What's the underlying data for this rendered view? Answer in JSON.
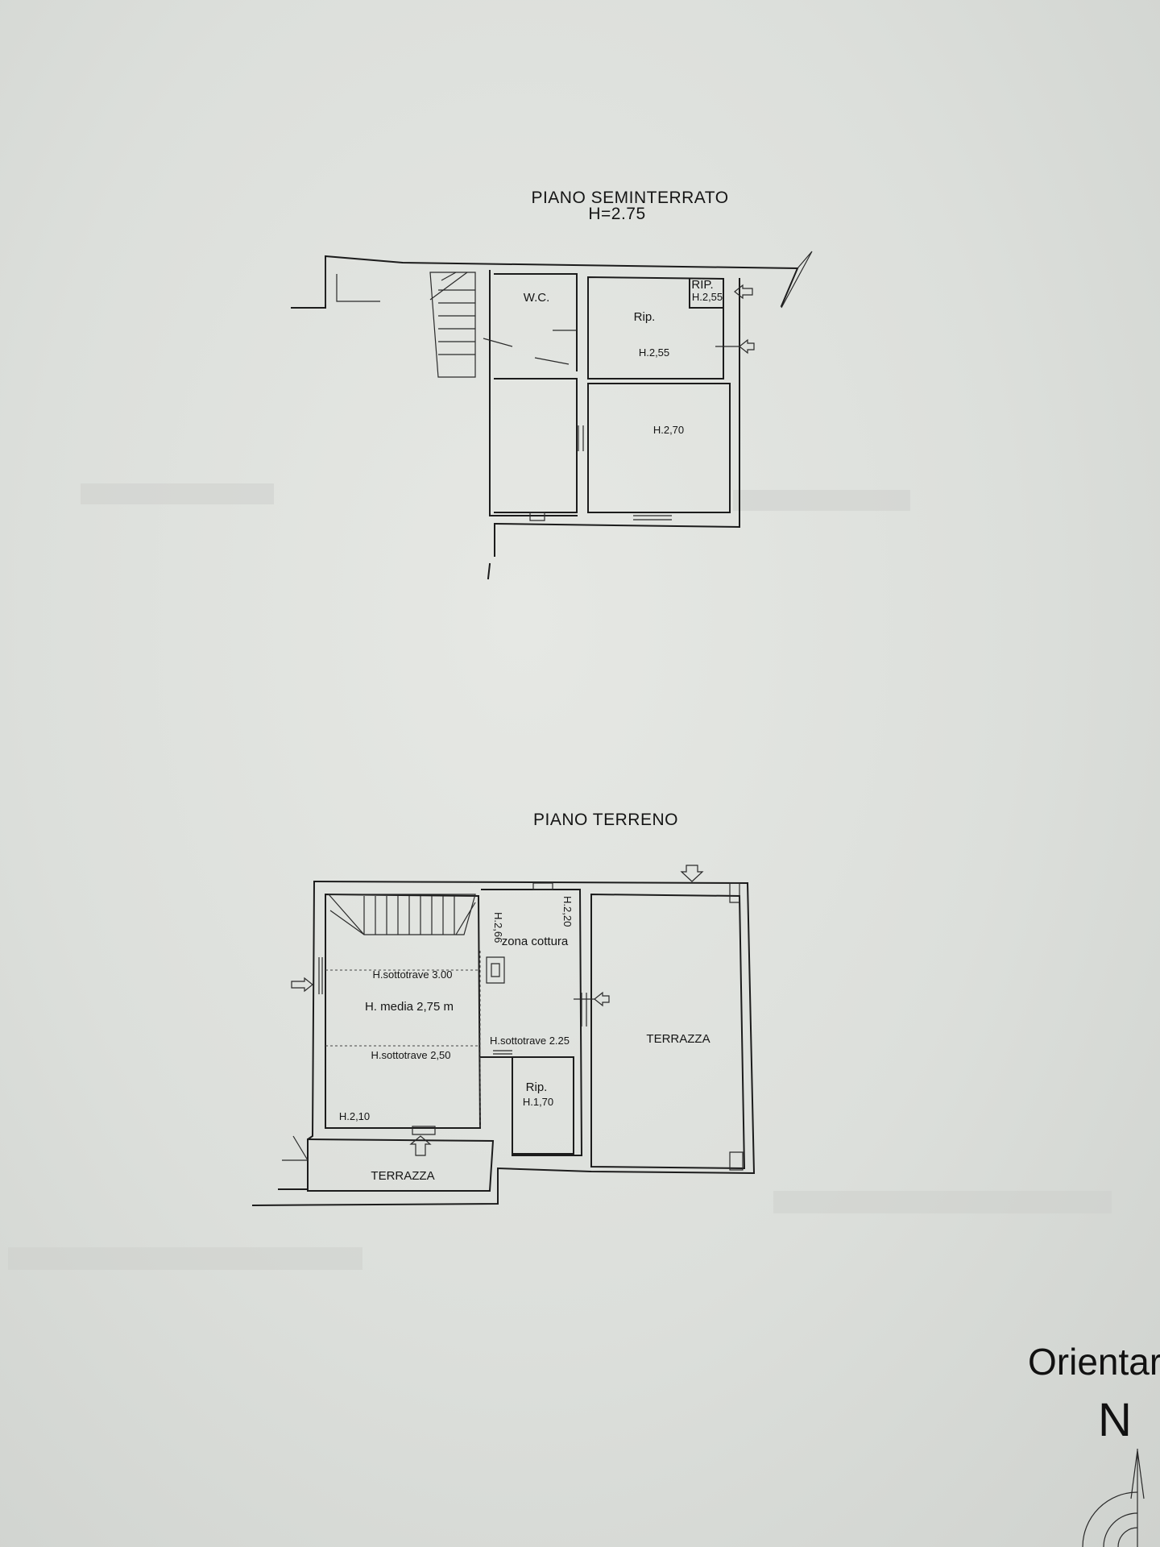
{
  "basement": {
    "title": "PIANO SEMINTERRATO",
    "height": "H=2.75",
    "rooms": {
      "wc": "W.C.",
      "rip_small": "RIP.",
      "rip_small_h": "H.2,55",
      "rip": "Rip.",
      "rip_h": "H.2,55",
      "room_h": "H.2,70"
    }
  },
  "ground": {
    "title": "PIANO TERRENO",
    "labels": {
      "h266": "H.2,66",
      "h220": "H.2,20",
      "cooking": "zona cottura",
      "beam300": "H.sottotrave 3.00",
      "avg": "H. media 2,75 m",
      "beam225": "H.sottotrave 2.25",
      "beam250": "H.sottotrave 2,50",
      "rip": "Rip.",
      "rip_h": "H.1,70",
      "h210": "H.2,10",
      "terrace_right": "TERRAZZA",
      "terrace_bottom": "TERRAZZA"
    }
  },
  "orientation": {
    "label": "Orientar",
    "north": "N"
  }
}
